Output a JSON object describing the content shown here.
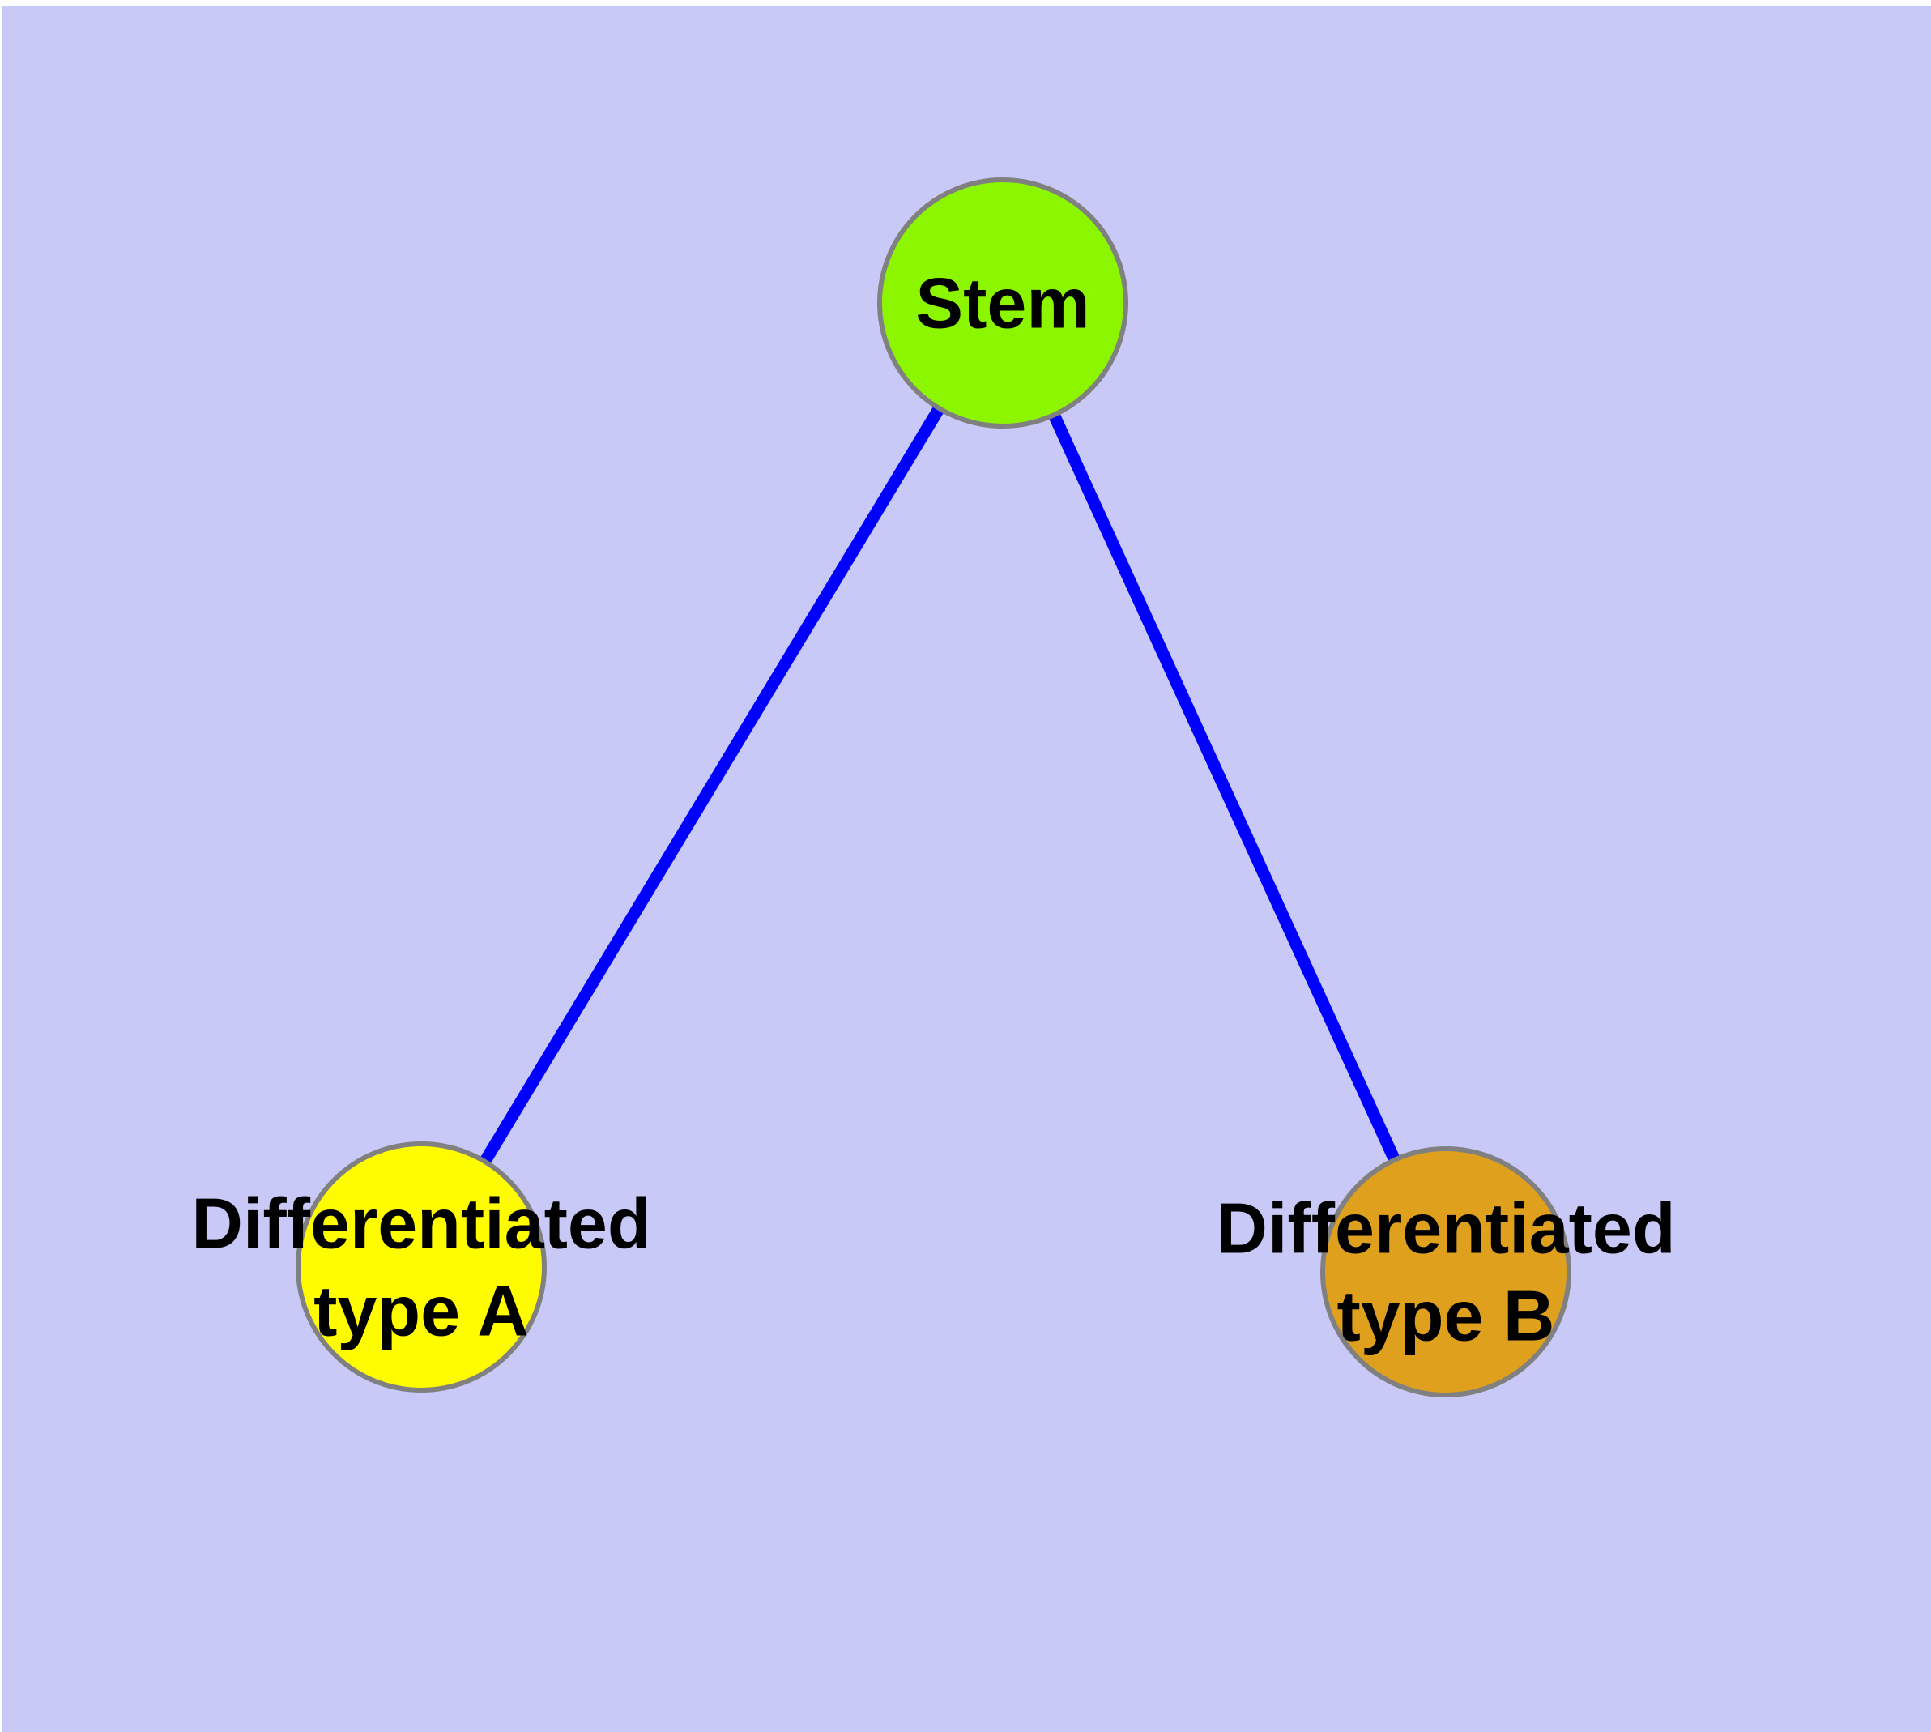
{
  "diagram": {
    "type": "node-link-graph",
    "background_color": "#c9c9f7",
    "margin_color": "#ffffff",
    "edge_color": "#0000ff",
    "node_border_color": "#808080",
    "label_color": "#000000",
    "nodes": [
      {
        "id": "stem",
        "label": "Stem",
        "label_lines": [
          "Stem"
        ],
        "color": "#8cf500"
      },
      {
        "id": "differentiated-type-a",
        "label": "Differentiated type A",
        "label_lines": [
          "Differentiated",
          "type A"
        ],
        "color": "#fffc00"
      },
      {
        "id": "differentiated-type-b",
        "label": "Differentiated type B",
        "label_lines": [
          "Differentiated",
          "type B"
        ],
        "color": "#dfa01e"
      }
    ],
    "edges": [
      {
        "from": "Stem",
        "to": "Differentiated type A"
      },
      {
        "from": "Stem",
        "to": "Differentiated type B"
      }
    ]
  }
}
